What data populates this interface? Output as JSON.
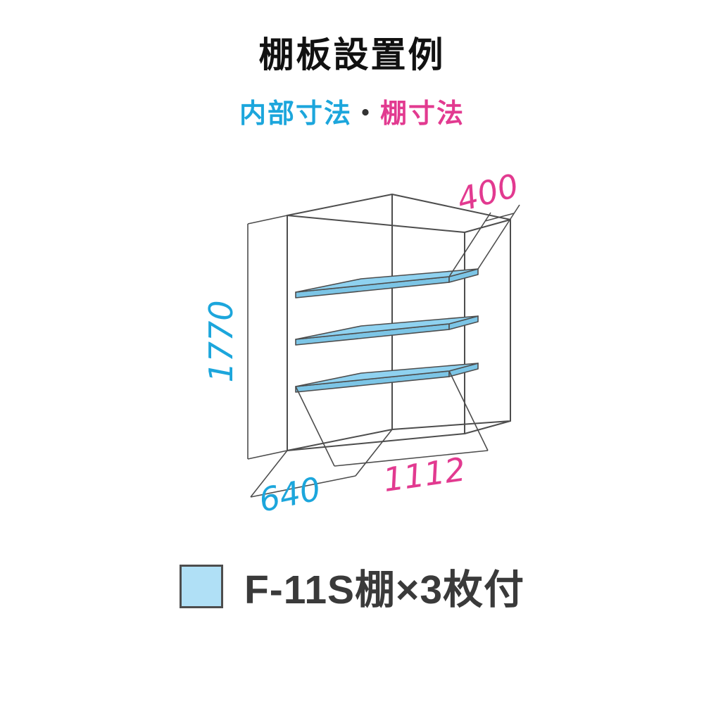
{
  "title": "棚板設置例",
  "subtitle": {
    "internal_label": "内部寸法",
    "separator": "・",
    "shelf_label": "棚寸法"
  },
  "colors": {
    "internal_dimension": "#1ca6dc",
    "shelf_dimension": "#e23a90",
    "outline": "#4d4d4d",
    "shelf_fill_top": "#8fd2f0",
    "shelf_fill_edge": "#7cc5e6",
    "legend_swatch_fill": "#b0e0f6"
  },
  "diagram": {
    "dimensions": {
      "shelf_depth": "400",
      "internal_height": "1770",
      "internal_depth": "640",
      "shelf_width": "1112"
    },
    "shelf_count": "3"
  },
  "legend": {
    "label": "F-11S棚×3枚付"
  }
}
